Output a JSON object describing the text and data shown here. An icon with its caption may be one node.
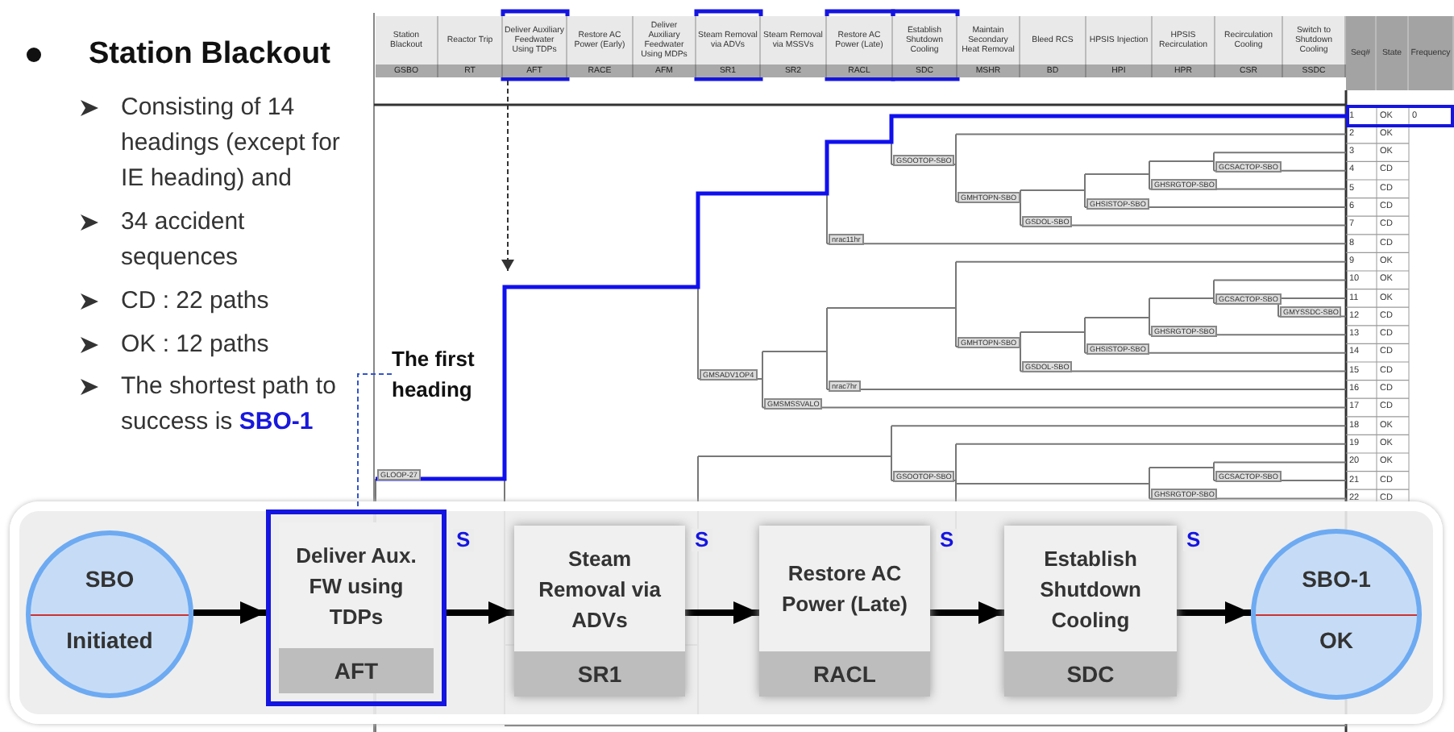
{
  "diagram": {
    "title": "Station Blackout",
    "nodes": [
      {
        "text": [
          "SBO",
          "Initiated"
        ]
      },
      {
        "text": [
          "Deliver Aux. FW using TDPs",
          "AFT"
        ]
      },
      {
        "text": [
          "Steam Removal via ADVs",
          "SR1"
        ]
      },
      {
        "text": [
          "Restore AC Power (Late)",
          "RACL"
        ]
      },
      {
        "text": [
          "Establish Shutdown Cooling",
          "SDC"
        ]
      },
      {
        "text": [
          "SBO-1",
          "OK"
        ]
      },
      {
        "text": [
          "The first heading"
        ]
      }
    ],
    "edges": [
      {
        "from": 0,
        "to": 1,
        "arrow": "to"
      },
      {
        "from": 1,
        "to": 2,
        "arrow": "to",
        "label": "S"
      },
      {
        "from": 2,
        "to": 3,
        "arrow": "to",
        "label": "S"
      },
      {
        "from": 3,
        "to": 4,
        "arrow": "to",
        "label": "S"
      },
      {
        "from": 4,
        "to": 5,
        "arrow": "to",
        "label": "S"
      },
      {
        "from": 6,
        "to": 1,
        "arrow": "none",
        "style": "dashed",
        "color": "#3355cc"
      }
    ],
    "labels": [
      "Consisting of 14 headings (except for IE heading) and",
      "34 accident sequences",
      "CD : 22 paths",
      "OK : 12 paths",
      "The shortest path to success is **SBO-1**",
      "Station Blackout",
      "Reactor Trip",
      "Deliver Auxiliary Feedwater Using TDPs",
      "Restore AC Power (Early)",
      "Deliver Auxiliary Feedwater Using MDPs",
      "Steam Removal via ADVs",
      "Steam Removal via MSSVs",
      "Restore AC Power (Late)",
      "Establish Shutdown Cooling",
      "Maintain Secondary Heat Removal",
      "Bleed RCS",
      "HPSIS Injection",
      "HPSIS Recirculation",
      "Recirculation Cooling",
      "Switch to Shutdown Cooling",
      "Seq#",
      "State",
      "Frequency",
      "GSBO",
      "RT",
      "AFT",
      "RACE",
      "AFM",
      "SR1",
      "SR2",
      "RACL",
      "SDC",
      "MSHR",
      "BD",
      "HPI",
      "HPR",
      "CSR",
      "SSDC",
      "GSOOTOP-SBO",
      "GCSACTOP-SBO",
      "GHSRGTOP-SBO",
      "GMHTOPN-SBO",
      "GHSISTOP-SBO",
      "GSDOL-SBO",
      "nrac11hr",
      "GCSACTOP-SBO",
      "GMYSSDC-SBO",
      "GHSRGTOP-SBO",
      "GMHTOPN-SBO",
      "GHSISTOP-SBO",
      "GSDOL-SBO",
      "GMSADV1OP4",
      "nrac7hr",
      "GMSMSSVALO",
      "GLOOP-27",
      "GSOOTOP-SBO",
      "GCSACTOP-SBO",
      "GHSRGTOP-SBO",
      "1",
      "OK",
      "0",
      "2",
      "OK",
      "3",
      "OK",
      "4",
      "CD",
      "5",
      "CD",
      "6",
      "CD",
      "7",
      "CD",
      "8",
      "CD",
      "9",
      "OK",
      "10",
      "OK",
      "11",
      "OK",
      "12",
      "CD",
      "13",
      "CD",
      "14",
      "CD",
      "15",
      "CD",
      "16",
      "CD",
      "17",
      "CD",
      "18",
      "OK",
      "19",
      "OK",
      "20",
      "OK",
      "21",
      "CD",
      "22",
      "CD"
    ]
  }
}
